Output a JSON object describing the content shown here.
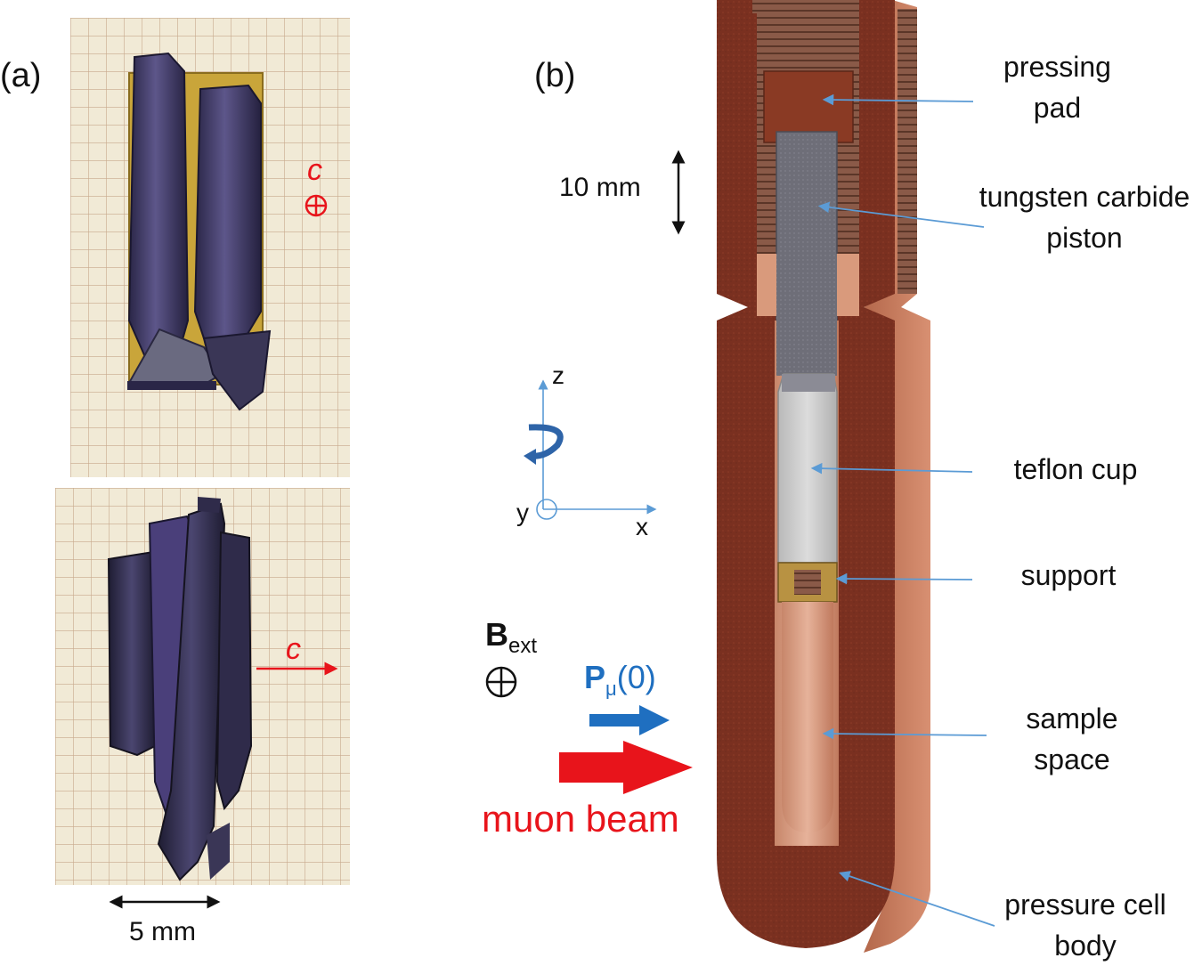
{
  "panel_a": {
    "label": "(a)",
    "top_photo": {
      "axis_label": "c"
    },
    "bottom_photo": {
      "axis_label": "c"
    },
    "scale_bar": "5 mm"
  },
  "panel_b": {
    "label": "(b)",
    "scale_bar": "10 mm",
    "axes": {
      "z": "z",
      "x": "x",
      "y": "y"
    },
    "field": {
      "symbol": "B",
      "subscript": "ext"
    },
    "polarization": {
      "symbol": "P",
      "subscript": "μ",
      "suffix": "(0)"
    },
    "beam_label": "muon beam",
    "callouts": {
      "pressing_pad": [
        "pressing",
        "pad"
      ],
      "piston": [
        "tungsten carbide",
        "piston"
      ],
      "teflon_cup": [
        "teflon cup"
      ],
      "support": [
        "support"
      ],
      "sample_space": [
        "sample",
        "space"
      ],
      "cell_body": [
        "pressure cell",
        "body"
      ]
    }
  },
  "colors": {
    "red_annotation": "#e8141b",
    "blue_polarization": "#1f6fc0",
    "callout_line": "#5b9bd5",
    "cell_body": "#7a3020",
    "piston": "#6e6e78",
    "teflon": "#c9c9c9",
    "grid_paper": "#f1ead6",
    "grid_line": "#c8a98c"
  }
}
